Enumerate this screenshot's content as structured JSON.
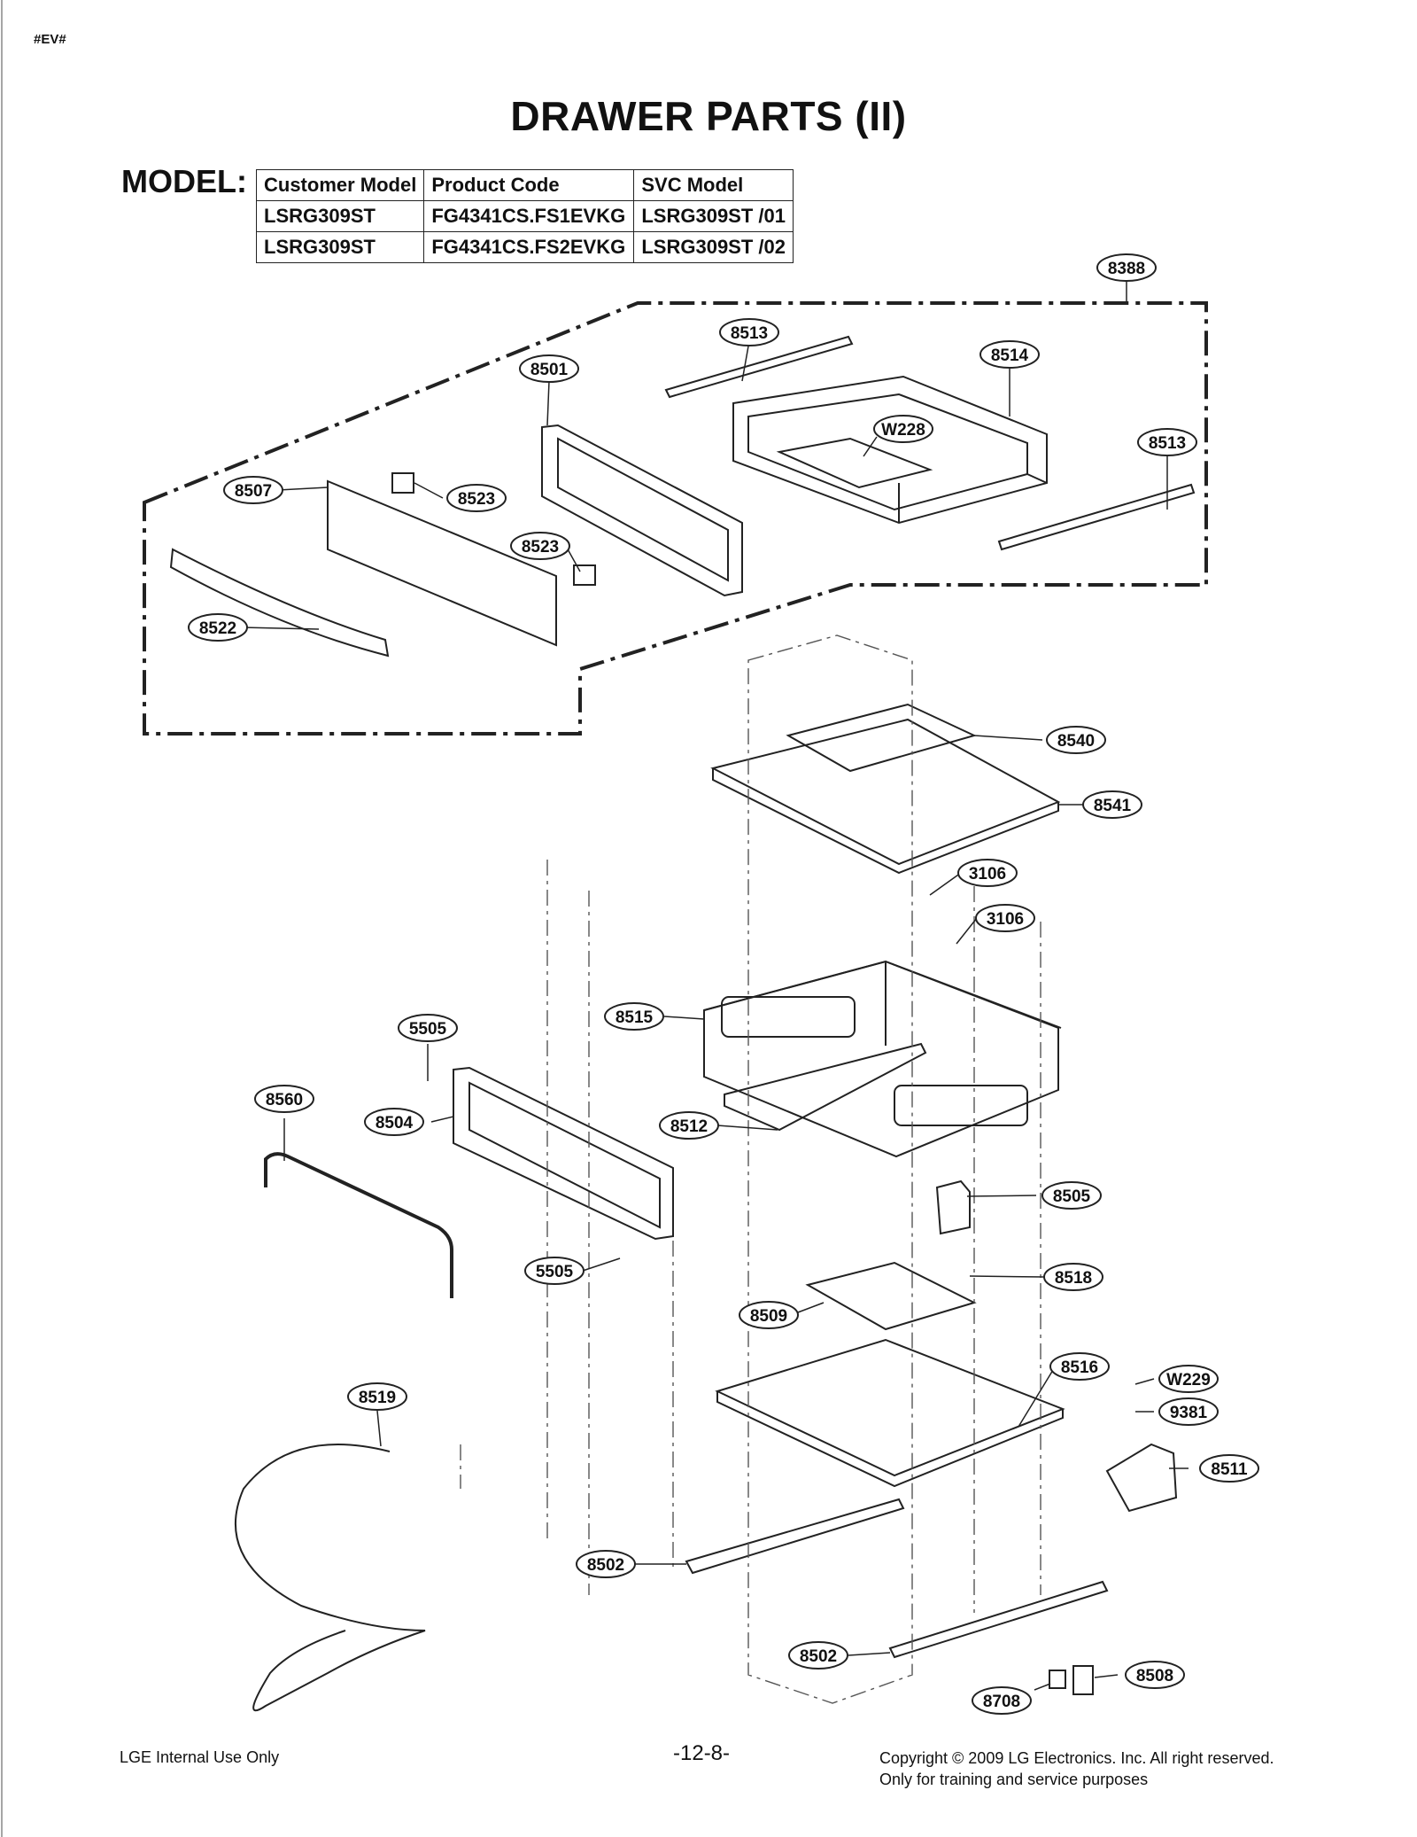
{
  "tag": "#EV#",
  "title": "DRAWER PARTS (II)",
  "model_label": "MODEL:",
  "model_table": {
    "headers": [
      "Customer Model",
      "Product Code",
      "SVC Model"
    ],
    "rows": [
      [
        "LSRG309ST",
        "FG4341CS.FS1EVKG",
        "LSRG309ST /01"
      ],
      [
        "LSRG309ST",
        "FG4341CS.FS2EVKG",
        "LSRG309ST /02"
      ]
    ]
  },
  "callouts": [
    "8388",
    "8513",
    "8514",
    "8501",
    "W228",
    "8513",
    "8507",
    "8523",
    "8523",
    "8522",
    "8540",
    "8541",
    "3106",
    "3106",
    "8515",
    "5505",
    "8560",
    "8504",
    "8512",
    "8505",
    "8518",
    "5505",
    "8509",
    "8516",
    "W229",
    "9381",
    "8511",
    "8519",
    "8502",
    "8502",
    "8508",
    "8708"
  ],
  "footer": {
    "left": "LGE Internal Use Only",
    "center": "-12-8-",
    "right_line1": "Copyright © 2009 LG Electronics. Inc. All right reserved.",
    "right_line2": "Only for training and service purposes"
  }
}
